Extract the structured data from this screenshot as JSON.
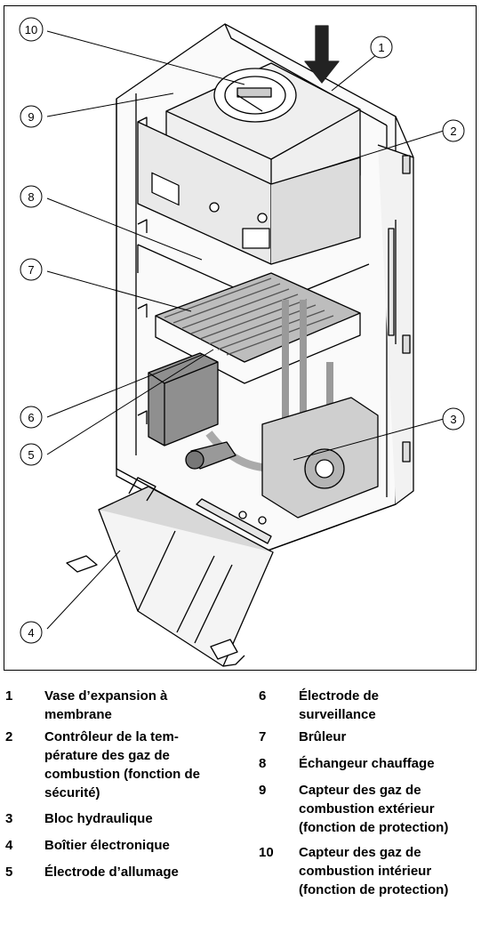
{
  "callouts": [
    {
      "num": "1"
    },
    {
      "num": "2"
    },
    {
      "num": "3"
    },
    {
      "num": "4"
    },
    {
      "num": "5"
    },
    {
      "num": "6"
    },
    {
      "num": "7"
    },
    {
      "num": "8"
    },
    {
      "num": "9"
    },
    {
      "num": "10"
    }
  ],
  "legend": [
    {
      "num": "1",
      "text": "Vase d’expansion à membrane"
    },
    {
      "num": "2",
      "text": "Contrôleur de la tem­pérature des gaz de combustion (fonction de sécurité)"
    },
    {
      "num": "3",
      "text": "Bloc hydraulique"
    },
    {
      "num": "4",
      "text": "Boîtier électronique"
    },
    {
      "num": "5",
      "text": "Électrode d’allumage"
    },
    {
      "num": "6",
      "text": "Électrode de surveillance"
    },
    {
      "num": "7",
      "text": "Brûleur"
    },
    {
      "num": "8",
      "text": "Échangeur chauffage"
    },
    {
      "num": "9",
      "text": "Capteur des gaz de combustion extérieur (fonction de protection)"
    },
    {
      "num": "10",
      "text": "Capteur des gaz de combustion intérieur (fonction de protection)"
    }
  ]
}
